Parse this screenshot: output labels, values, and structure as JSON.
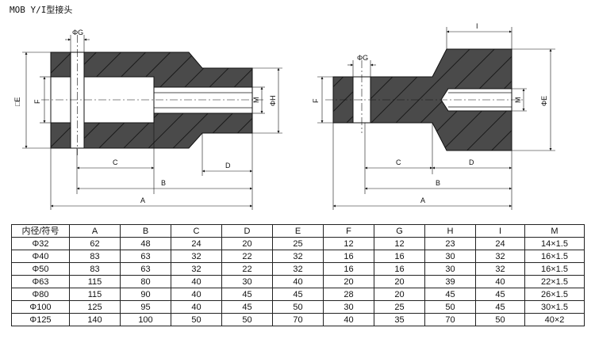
{
  "title": "MOB Y/I型接头",
  "drawing_labels": {
    "left": {
      "phi_g": "ΦG",
      "box_e": "□E",
      "f": "F",
      "m": "M",
      "phi_h": "ΦH",
      "c": "C",
      "d": "D",
      "b": "B",
      "a": "A"
    },
    "right": {
      "phi_g": "ΦG",
      "i": "I",
      "f": "F",
      "m": "M",
      "phi_e": "ΦE",
      "c": "C",
      "d": "D",
      "b": "B",
      "a": "A"
    }
  },
  "table": {
    "headers": [
      "内径/符号",
      "A",
      "B",
      "C",
      "D",
      "E",
      "F",
      "G",
      "H",
      "I",
      "M"
    ],
    "rows": [
      [
        "Φ32",
        "62",
        "48",
        "24",
        "20",
        "25",
        "12",
        "12",
        "23",
        "24",
        "14×1.5"
      ],
      [
        "Φ40",
        "83",
        "63",
        "32",
        "22",
        "32",
        "16",
        "16",
        "30",
        "32",
        "16×1.5"
      ],
      [
        "Φ50",
        "83",
        "63",
        "32",
        "22",
        "32",
        "16",
        "16",
        "30",
        "32",
        "16×1.5"
      ],
      [
        "Φ63",
        "115",
        "80",
        "40",
        "30",
        "40",
        "20",
        "20",
        "39",
        "40",
        "22×1.5"
      ],
      [
        "Φ80",
        "115",
        "90",
        "40",
        "45",
        "45",
        "28",
        "20",
        "45",
        "45",
        "26×1.5"
      ],
      [
        "Φ100",
        "125",
        "95",
        "40",
        "45",
        "50",
        "30",
        "25",
        "50",
        "45",
        "30×1.5"
      ],
      [
        "Φ125",
        "140",
        "100",
        "50",
        "50",
        "70",
        "40",
        "35",
        "70",
        "50",
        "40×2"
      ]
    ]
  }
}
